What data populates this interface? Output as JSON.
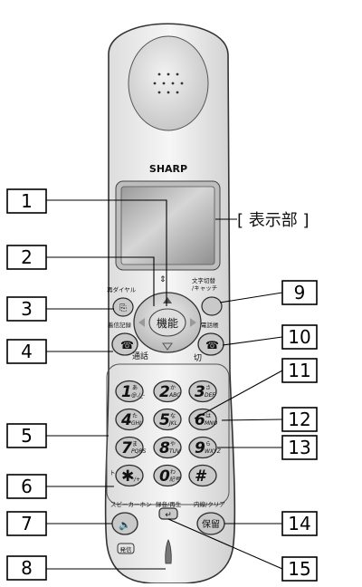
{
  "display_label": "[ 表示部 ]",
  "brand": "SHARP",
  "callouts": [
    "1",
    "2",
    "3",
    "4",
    "5",
    "6",
    "7",
    "8",
    "9",
    "10",
    "11",
    "12",
    "13",
    "14",
    "15"
  ],
  "function_labels": {
    "redial": "再ダイヤル",
    "incoming_log": "着信記録",
    "char_switch": "文字切替\n/キャッチ",
    "phonebook": "電話帳",
    "menu": "機能",
    "talk": "通話",
    "end": "切",
    "speakerphone": "スピーカーホン",
    "record_playback": "録音/再生",
    "intercom_clear": "内線/クリア",
    "hold": "保留",
    "page": "発信",
    "tone": "トーン"
  },
  "keypad": [
    {
      "digit": "1",
      "kana": "あ",
      "letters": "@./_-"
    },
    {
      "digit": "2",
      "kana": "か",
      "letters": "ABC"
    },
    {
      "digit": "3",
      "kana": "さ",
      "letters": "DEF"
    },
    {
      "digit": "4",
      "kana": "た",
      "letters": "GHI"
    },
    {
      "digit": "5",
      "kana": "な",
      "letters": "JKL"
    },
    {
      "digit": "6",
      "kana": "は",
      "letters": "MNO"
    },
    {
      "digit": "7",
      "kana": "ま",
      "letters": "PQRS"
    },
    {
      "digit": "8",
      "kana": "や",
      "letters": "TUV"
    },
    {
      "digit": "9",
      "kana": "ら",
      "letters": "WXYZ"
    },
    {
      "digit": "*",
      "kana": "",
      "letters": "*/+"
    },
    {
      "digit": "0",
      "kana": "わ",
      "letters": "記号"
    },
    {
      "digit": "#",
      "kana": "",
      "letters": ""
    }
  ]
}
